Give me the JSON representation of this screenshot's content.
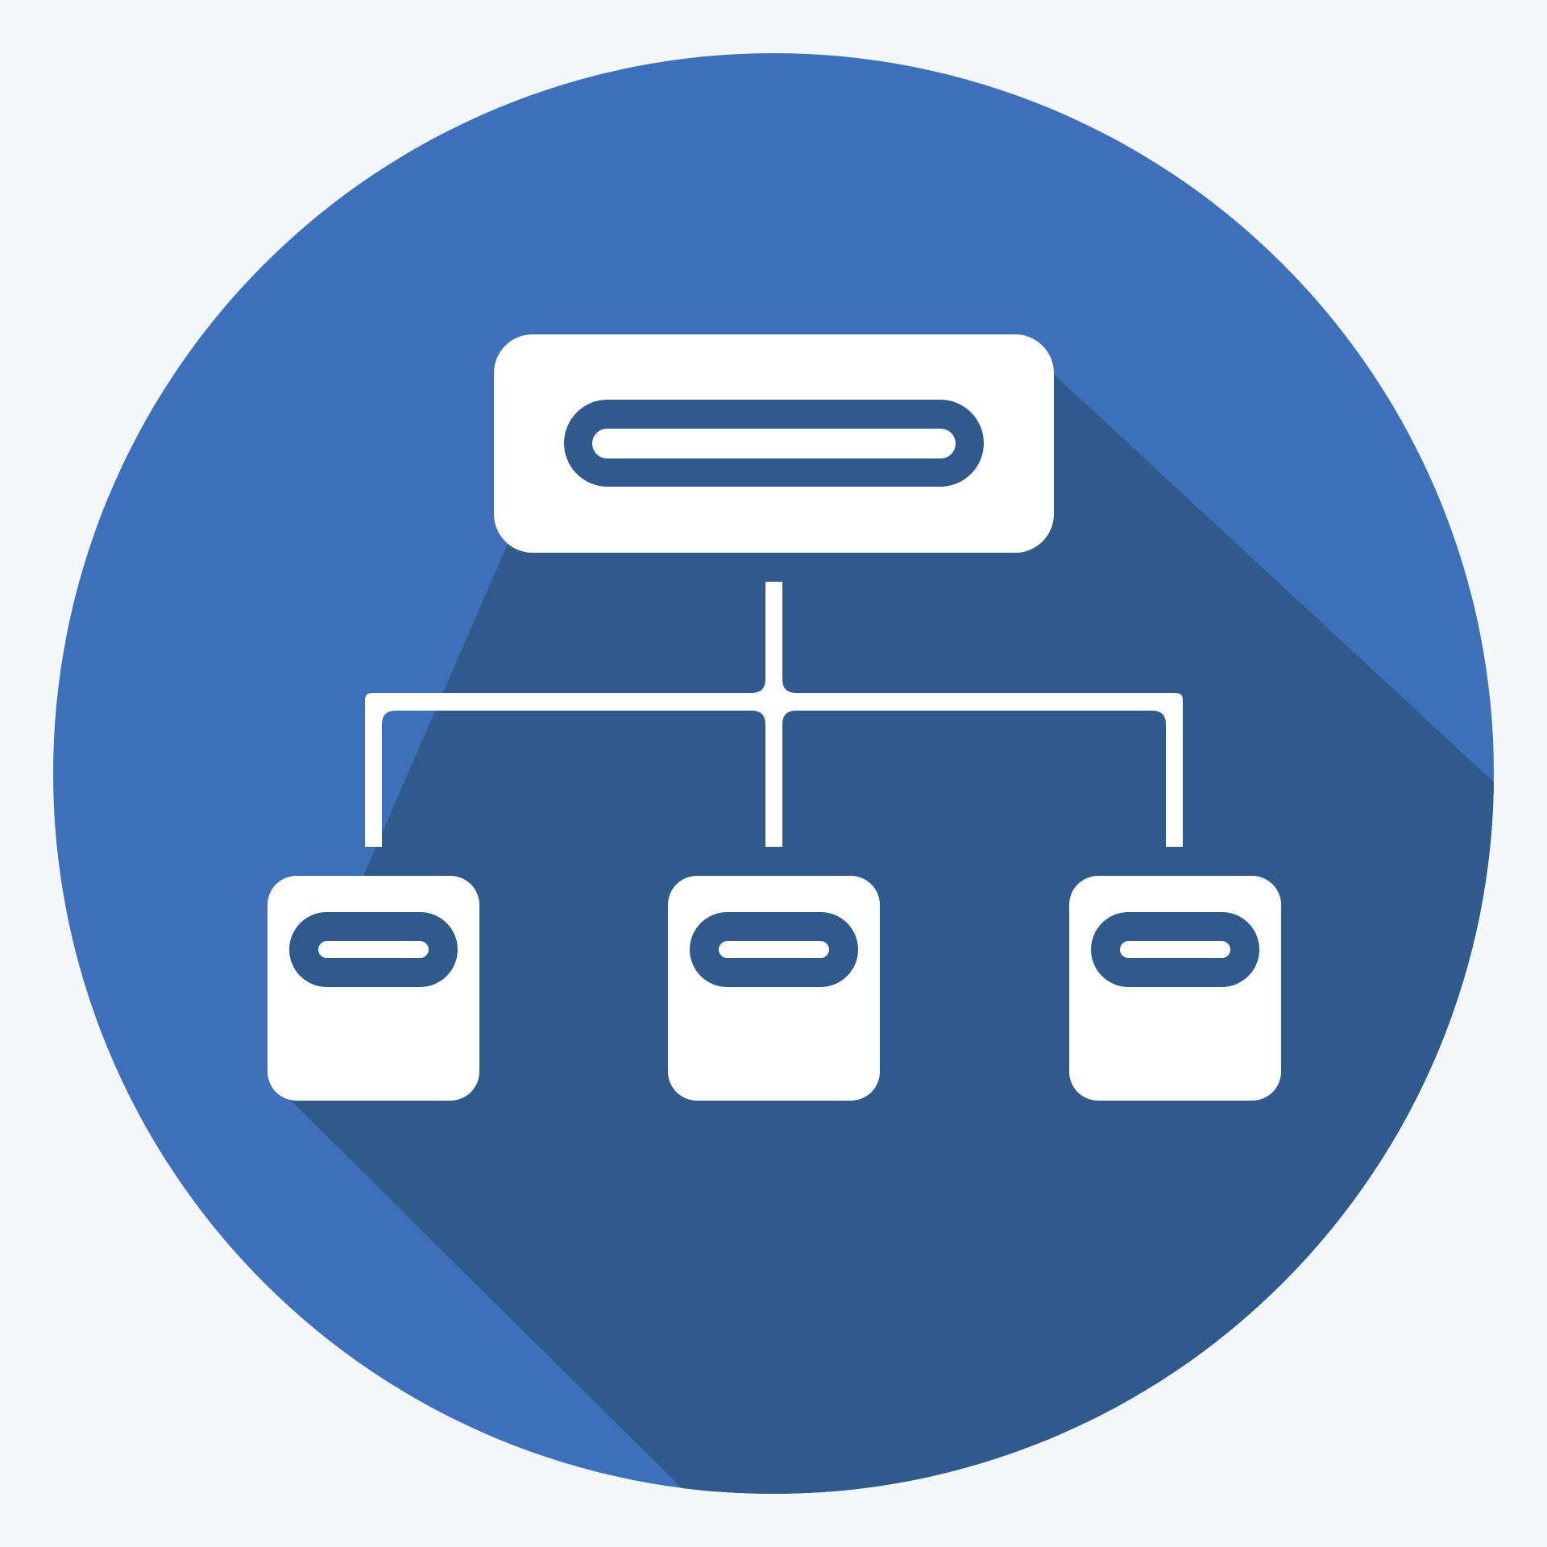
{
  "icon": {
    "name": "hierarchy-organization-chart-icon",
    "style": "long-shadow flat",
    "colors": {
      "page_background": "#f3f7fa",
      "circle": "#3e70b9",
      "long_shadow": "#305a8b",
      "glyph": "#ffffff",
      "glyph_detail": "#305a8b"
    },
    "nodes": {
      "root": {
        "name": "root-node"
      },
      "children": [
        {
          "name": "child-node-left"
        },
        {
          "name": "child-node-center"
        },
        {
          "name": "child-node-right"
        }
      ]
    }
  }
}
